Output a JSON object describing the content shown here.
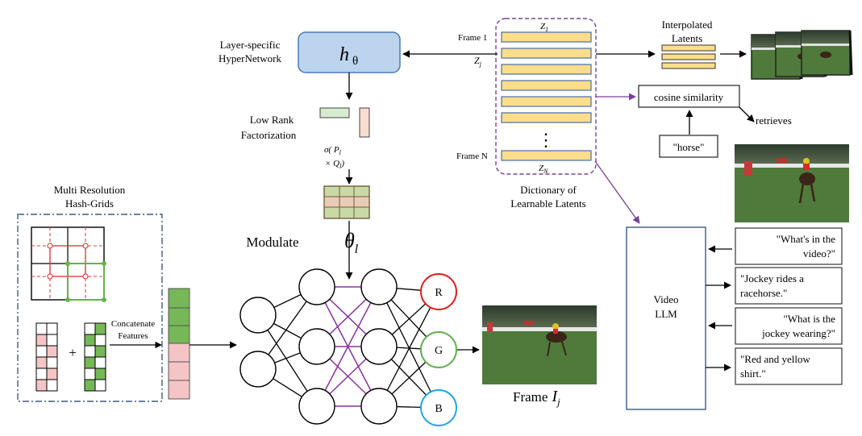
{
  "colors": {
    "hypernet_fill": "#bcd4ee",
    "hypernet_stroke": "#4a78b8",
    "latent_fill": "#fbdd8c",
    "latent_stroke": "#4a6fa5",
    "dictionary_border": "#7a3e9d",
    "grid_red": "#e0413e",
    "grid_green": "#66b24c",
    "feature_green": "#76b857",
    "feature_pink": "#f5c5c5",
    "factor_green": "#d7ebd1",
    "factor_pink": "#f8dccf",
    "modulation_edges": "#8b30a0",
    "hashgrid_border": "#3d5a85",
    "node_r": "#e02020",
    "node_g": "#62b050",
    "node_b": "#1ea8e0",
    "grass": "#4f7a3b",
    "arrow_purple": "#7a3e9d"
  },
  "icons": [
    "video-frame-thumbnail",
    "jockey-photo",
    "hash-grid-icon",
    "neural-network-icon",
    "dots-icon"
  ],
  "hypernetwork": {
    "caption_line1": "Layer-specific",
    "caption_line2": "HyperNetwork",
    "symbol": "h",
    "subscript": "θ"
  },
  "factorization": {
    "line1": "Low Rank",
    "line2": "Factorization",
    "formula_line1": "σ( P",
    "formula_line1_sub": "l",
    "formula_line2": "× Q",
    "formula_line2_sub": "l",
    "formula_line2_end": ")"
  },
  "modulate": {
    "label": "Modulate",
    "theta": "θ",
    "theta_sub": "l"
  },
  "hash_grids": {
    "title_line1": "Multi Resolution",
    "title_line2": "Hash-Grids",
    "plus": "+",
    "concat_line1": "Concatenate",
    "concat_line2": "Features"
  },
  "mlp_outputs": [
    "R",
    "G",
    "B"
  ],
  "frame_output": {
    "label": "Frame",
    "symbol": "I",
    "subscript": "j"
  },
  "dictionary": {
    "frame1_label": "Frame 1",
    "frameN_label": "Frame N",
    "z1": "Z",
    "z1_sub": "1",
    "zj": "Z",
    "zj_sub": "j",
    "zN": "Z",
    "zN_sub": "N",
    "dots": "⋮",
    "caption_line1": "Dictionary of",
    "caption_line2": "Learnable Latents"
  },
  "interpolated": {
    "line1": "Interpolated",
    "line2": "Latents"
  },
  "retrieval": {
    "cosine_label": "cosine similarity",
    "query_label": "\"horse\"",
    "retrieves_label": "retrieves"
  },
  "video_llm": {
    "line1": "Video",
    "line2": "LLM"
  },
  "qa": [
    {
      "line1": "\"What's in the",
      "line2": "video?\"",
      "align": "right"
    },
    {
      "line1": "\"Jockey rides a",
      "line2": "racehorse.\"",
      "align": "left"
    },
    {
      "line1": "\"What is the",
      "line2": "jockey wearing?\"",
      "align": "right"
    },
    {
      "line1": "\"Red and yellow",
      "line2": "shirt.\"",
      "align": "left"
    }
  ]
}
